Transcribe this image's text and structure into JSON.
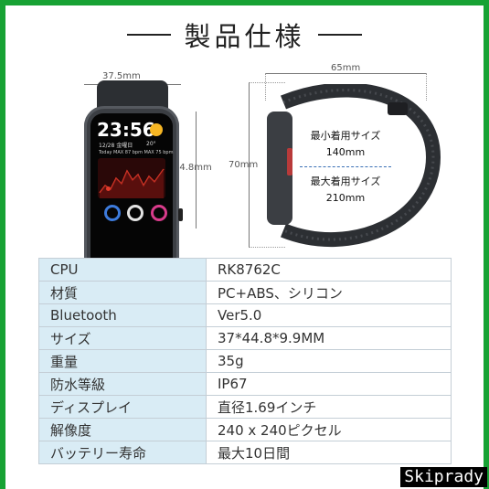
{
  "header": {
    "title": "製品仕様"
  },
  "front_dims": {
    "width": "37.5mm",
    "height": "44.8mm"
  },
  "watch_screen": {
    "time": "23:56",
    "date": "12/28 金曜日",
    "temp": "20°",
    "hr_line": "Today MAX 87 bpm  MAX 75 bpm"
  },
  "side_dims": {
    "width": "65mm",
    "height": "70mm"
  },
  "sizes": {
    "min_label": "最小着用サイズ",
    "min_value": "140mm",
    "max_label": "最大着用サイズ",
    "max_value": "210mm"
  },
  "specs": [
    {
      "label": "CPU",
      "value": "RK8762C"
    },
    {
      "label": "材質",
      "value": "PC+ABS、シリコン"
    },
    {
      "label": "Bluetooth",
      "value": "Ver5.0"
    },
    {
      "label": "サイズ",
      "value": "37*44.8*9.9MM"
    },
    {
      "label": "重量",
      "value": "35g"
    },
    {
      "label": "防水等級",
      "value": "IP67"
    },
    {
      "label": "ディスプレイ",
      "value": "直径1.69インチ"
    },
    {
      "label": "解像度",
      "value": "240 x 240ピクセル"
    },
    {
      "label": "バッテリー寿命",
      "value": "最大10日間"
    }
  ],
  "watermark": "Skiprady",
  "colors": {
    "frame": "#17a234",
    "table_key_bg": "#d9ecf5",
    "accent_blue": "#3a6fb5"
  }
}
